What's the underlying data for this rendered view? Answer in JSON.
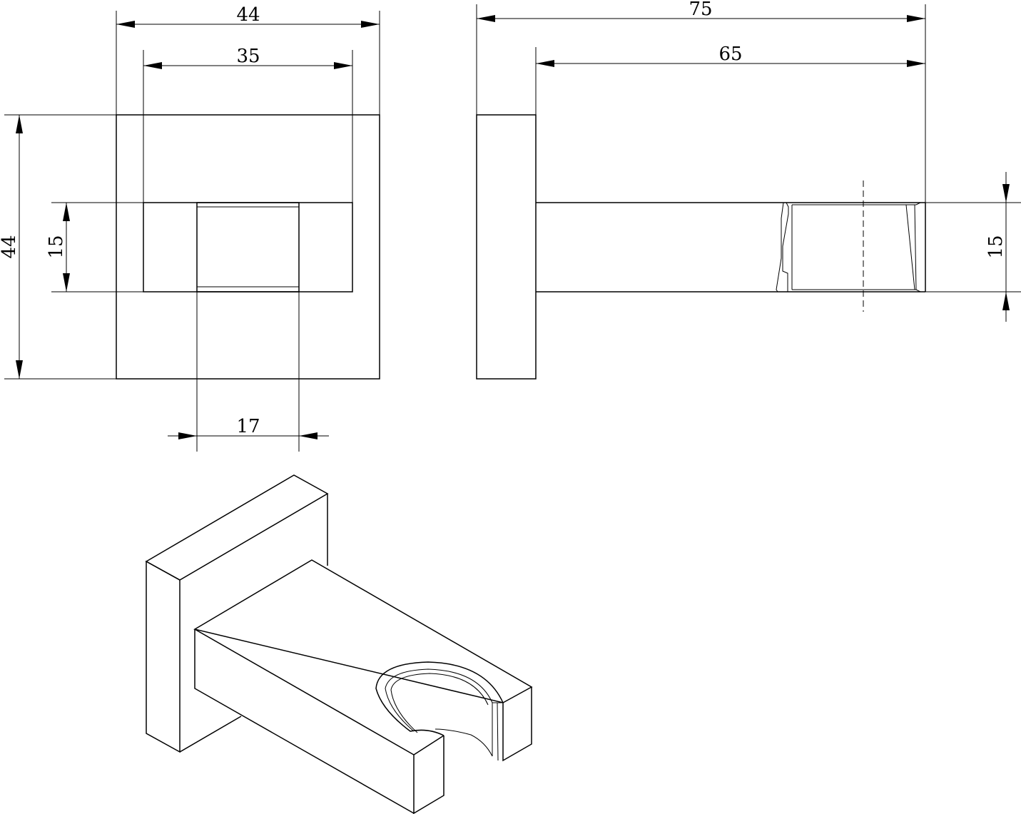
{
  "drawing": {
    "front_view": {
      "overall_width": "44",
      "inner_width": "35",
      "overall_height": "44",
      "slot_height": "15",
      "slot_width": "17"
    },
    "side_view": {
      "overall_depth": "75",
      "arm_length": "65",
      "arm_height": "15"
    },
    "isometric_view": {
      "icon": "shower-holder-isometric-icon"
    }
  }
}
